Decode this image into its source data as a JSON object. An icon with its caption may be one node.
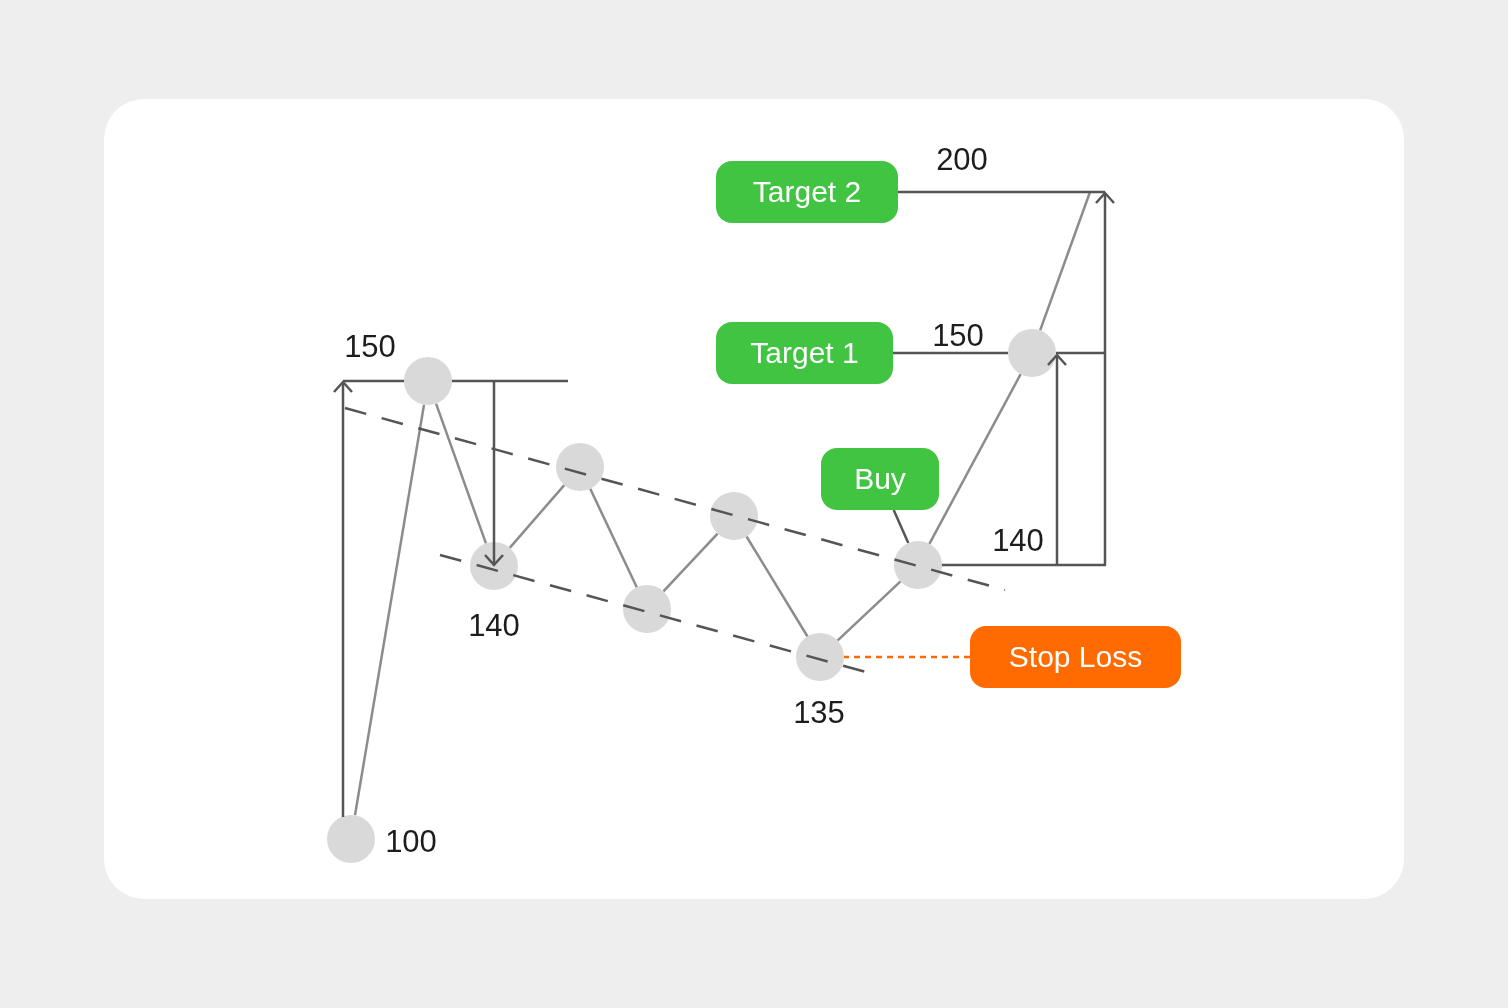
{
  "diagram": {
    "nodes": [
      {
        "text": [],
        "shape": "circle",
        "beside": [
          "100"
        ]
      },
      {
        "text": [],
        "shape": "circle",
        "beside": [
          "150"
        ]
      },
      {
        "text": [],
        "shape": "circle",
        "beside": [
          "140"
        ]
      },
      {
        "text": [],
        "shape": "circle"
      },
      {
        "text": [],
        "shape": "circle"
      },
      {
        "text": [],
        "shape": "circle"
      },
      {
        "text": [],
        "shape": "circle",
        "beside": [
          "135"
        ]
      },
      {
        "text": [],
        "shape": "circle"
      },
      {
        "text": [],
        "shape": "circle"
      },
      {
        "text": [
          "Target 2"
        ]
      },
      {
        "text": [
          "Target 1"
        ]
      },
      {
        "text": [
          "Buy"
        ]
      },
      {
        "text": [
          "Stop Loss"
        ]
      }
    ],
    "edges": [
      {
        "from": 0,
        "to": 1,
        "arrow": "none"
      },
      {
        "from": 1,
        "to": 2,
        "arrow": "none"
      },
      {
        "from": 2,
        "to": 3,
        "arrow": "none"
      },
      {
        "from": 3,
        "to": 4,
        "arrow": "none"
      },
      {
        "from": 4,
        "to": 5,
        "arrow": "none"
      },
      {
        "from": 5,
        "to": 6,
        "arrow": "none"
      },
      {
        "from": 6,
        "to": 7,
        "arrow": "none"
      },
      {
        "from": 7,
        "to": 8,
        "arrow": "none"
      },
      {
        "from": 8,
        "to": null,
        "arrow": "none"
      },
      {
        "from": 11,
        "to": 7,
        "arrow": "none",
        "color": "#555555"
      },
      {
        "from": 10,
        "to": 8,
        "arrow": "none",
        "label": "150",
        "color": "#555555"
      },
      {
        "from": 9,
        "to": null,
        "arrow": "none",
        "label": "200",
        "color": "#555555"
      },
      {
        "from": 12,
        "to": 6,
        "arrow": "none",
        "style": "dashed",
        "color": "#ff6a00"
      }
    ],
    "labels": [
      "140"
    ]
  }
}
